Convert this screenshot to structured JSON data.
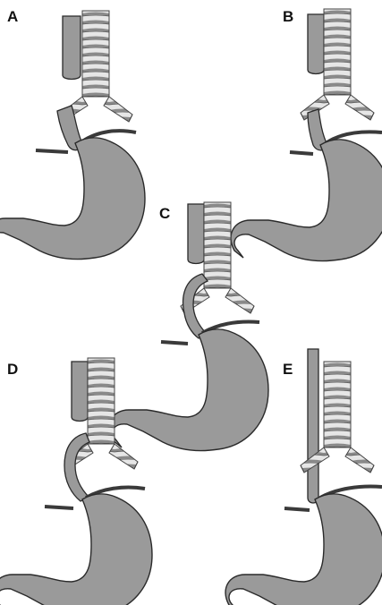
{
  "panels": [
    {
      "label": "A"
    },
    {
      "label": "B"
    },
    {
      "label": "C"
    },
    {
      "label": "D"
    },
    {
      "label": "E"
    }
  ],
  "colors": {
    "organ_fill": "#9a9a9a",
    "outline": "#2a2a2a",
    "diaphragm": "#3a3a3a",
    "ring_light": "#e8e8e8",
    "ring_dark": "#7d7d7d"
  }
}
